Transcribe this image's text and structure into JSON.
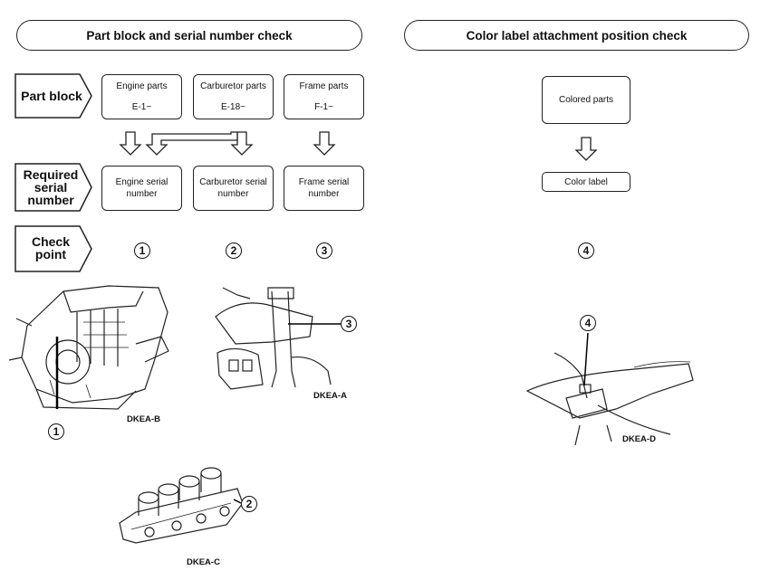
{
  "headers": {
    "left": "Part block and serial number check",
    "right": "Color label attachment position check"
  },
  "row_labels": {
    "part_block": "Part block",
    "required_serial": [
      "Required",
      "serial",
      "number"
    ],
    "check_point": [
      "Check",
      "point"
    ]
  },
  "part_blocks": [
    {
      "name": "Engine parts",
      "code": "E-1~"
    },
    {
      "name": "Carburetor parts",
      "code": "E-18~"
    },
    {
      "name": "Frame parts",
      "code": "F-1~"
    }
  ],
  "serial_numbers": [
    [
      "Engine serial",
      "number"
    ],
    [
      "Carburetor serial",
      "number"
    ],
    [
      "Frame serial",
      "number"
    ]
  ],
  "check_points": [
    "1",
    "2",
    "3",
    "4"
  ],
  "color_flow": {
    "colored_parts": "Colored parts",
    "color_label": "Color label"
  },
  "captions": {
    "engine": "DKEA-B",
    "frame": "DKEA-A",
    "carburetor": "DKEA-C",
    "color": "DKEA-D"
  }
}
